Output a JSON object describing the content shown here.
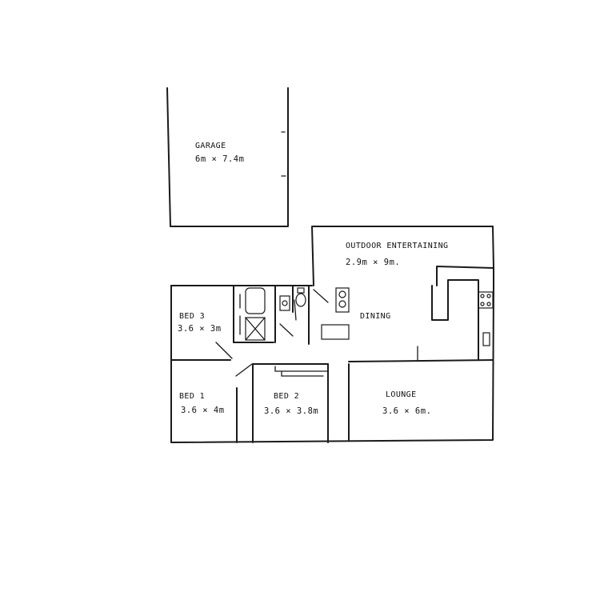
{
  "rooms": {
    "garage": {
      "name": "GARAGE",
      "size": "6m × 7.4m"
    },
    "outdoor": {
      "name": "OUTDOOR ENTERTAINING",
      "size": "2.9m × 9m."
    },
    "dining": {
      "name": "DINING"
    },
    "bed3": {
      "name": "BED 3",
      "size": "3.6 × 3m"
    },
    "bed1": {
      "name": "BED 1",
      "size": "3.6 × 4m"
    },
    "bed2": {
      "name": "BED 2",
      "size": "3.6 × 3.8m"
    },
    "lounge": {
      "name": "LOUNGE",
      "size": "3.6 × 6m."
    }
  }
}
